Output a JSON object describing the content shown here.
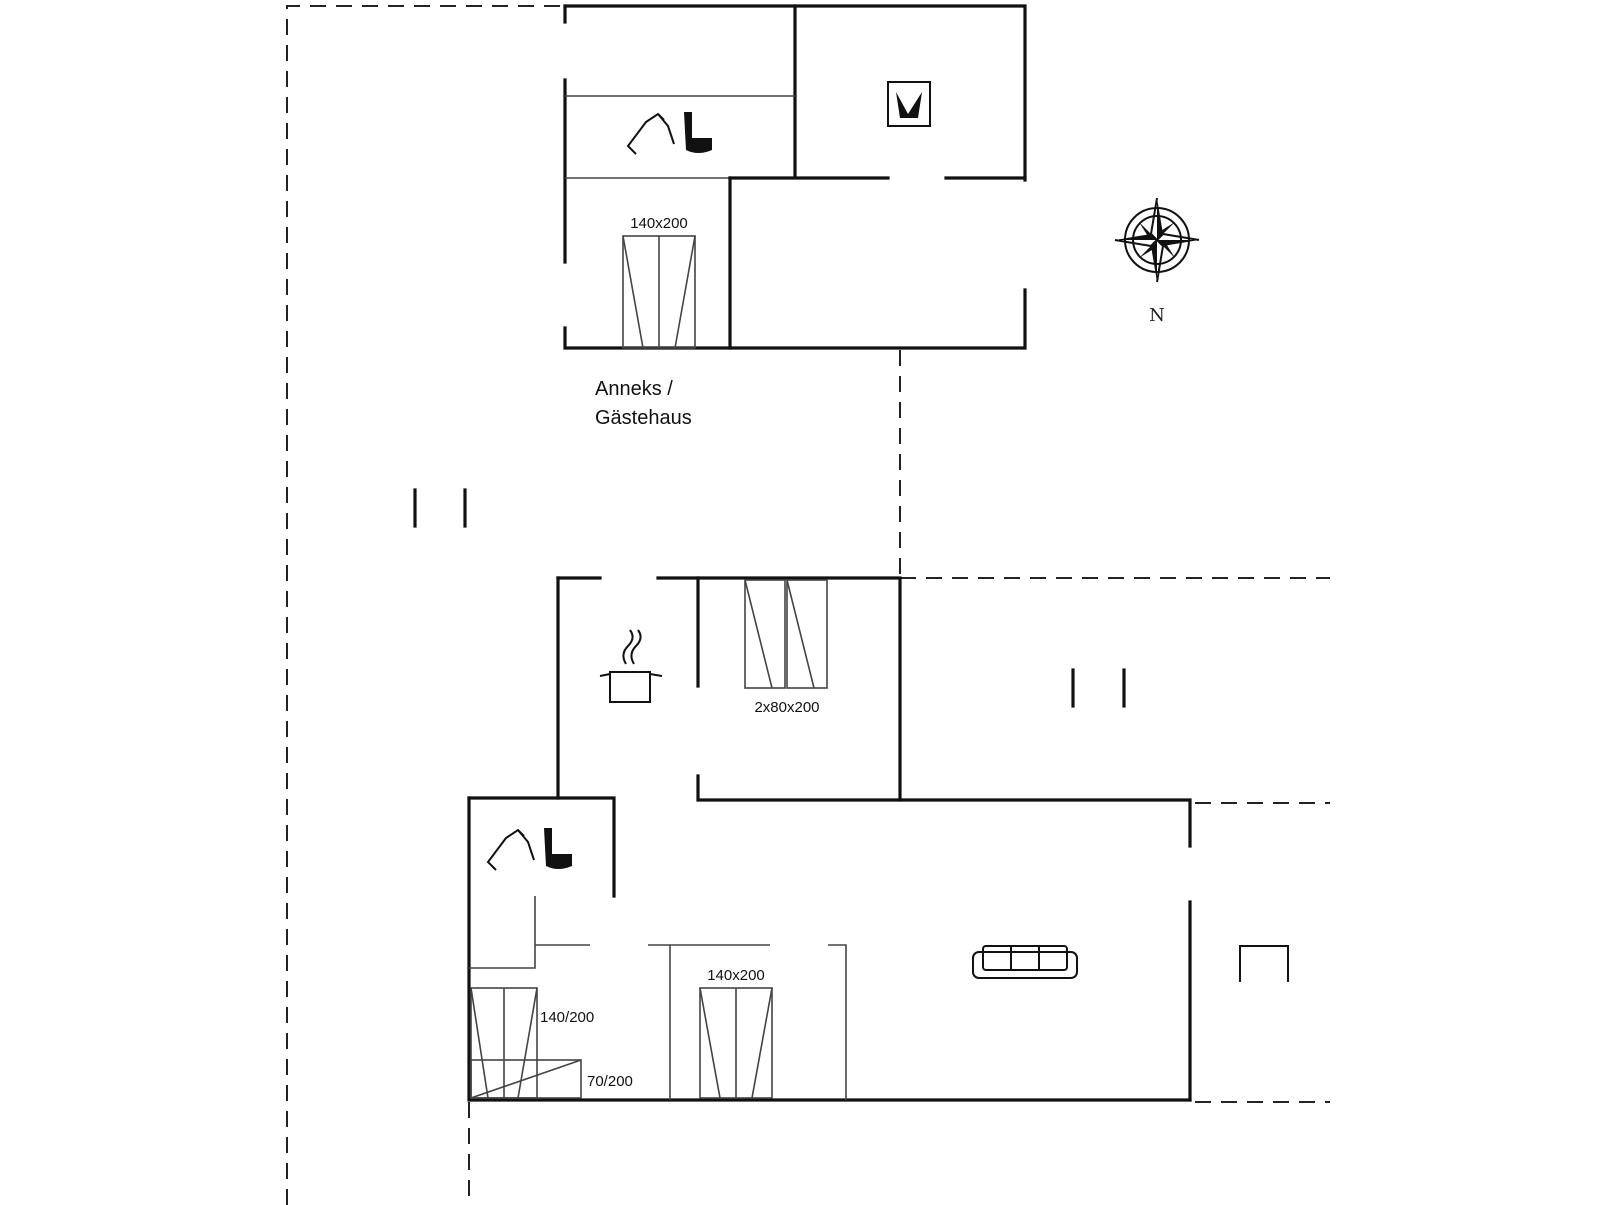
{
  "annex": {
    "label_line1": "Anneks /",
    "label_line2": "Gästehaus",
    "bed_label": "140x200"
  },
  "main_house": {
    "bedroom_twin_label": "2x80x200",
    "bedroom_double_label": "140x200",
    "bunk_lower_label": "140/200",
    "bunk_upper_label": "70/200"
  },
  "compass": {
    "north_label": "N"
  },
  "icons": {
    "bathroom": "toilet-shower-icon",
    "kitchen": "cooking-pot-icon",
    "sofa": "sofa-icon",
    "fireplace": "wood-stove-icon",
    "compass": "compass-rose-icon"
  }
}
